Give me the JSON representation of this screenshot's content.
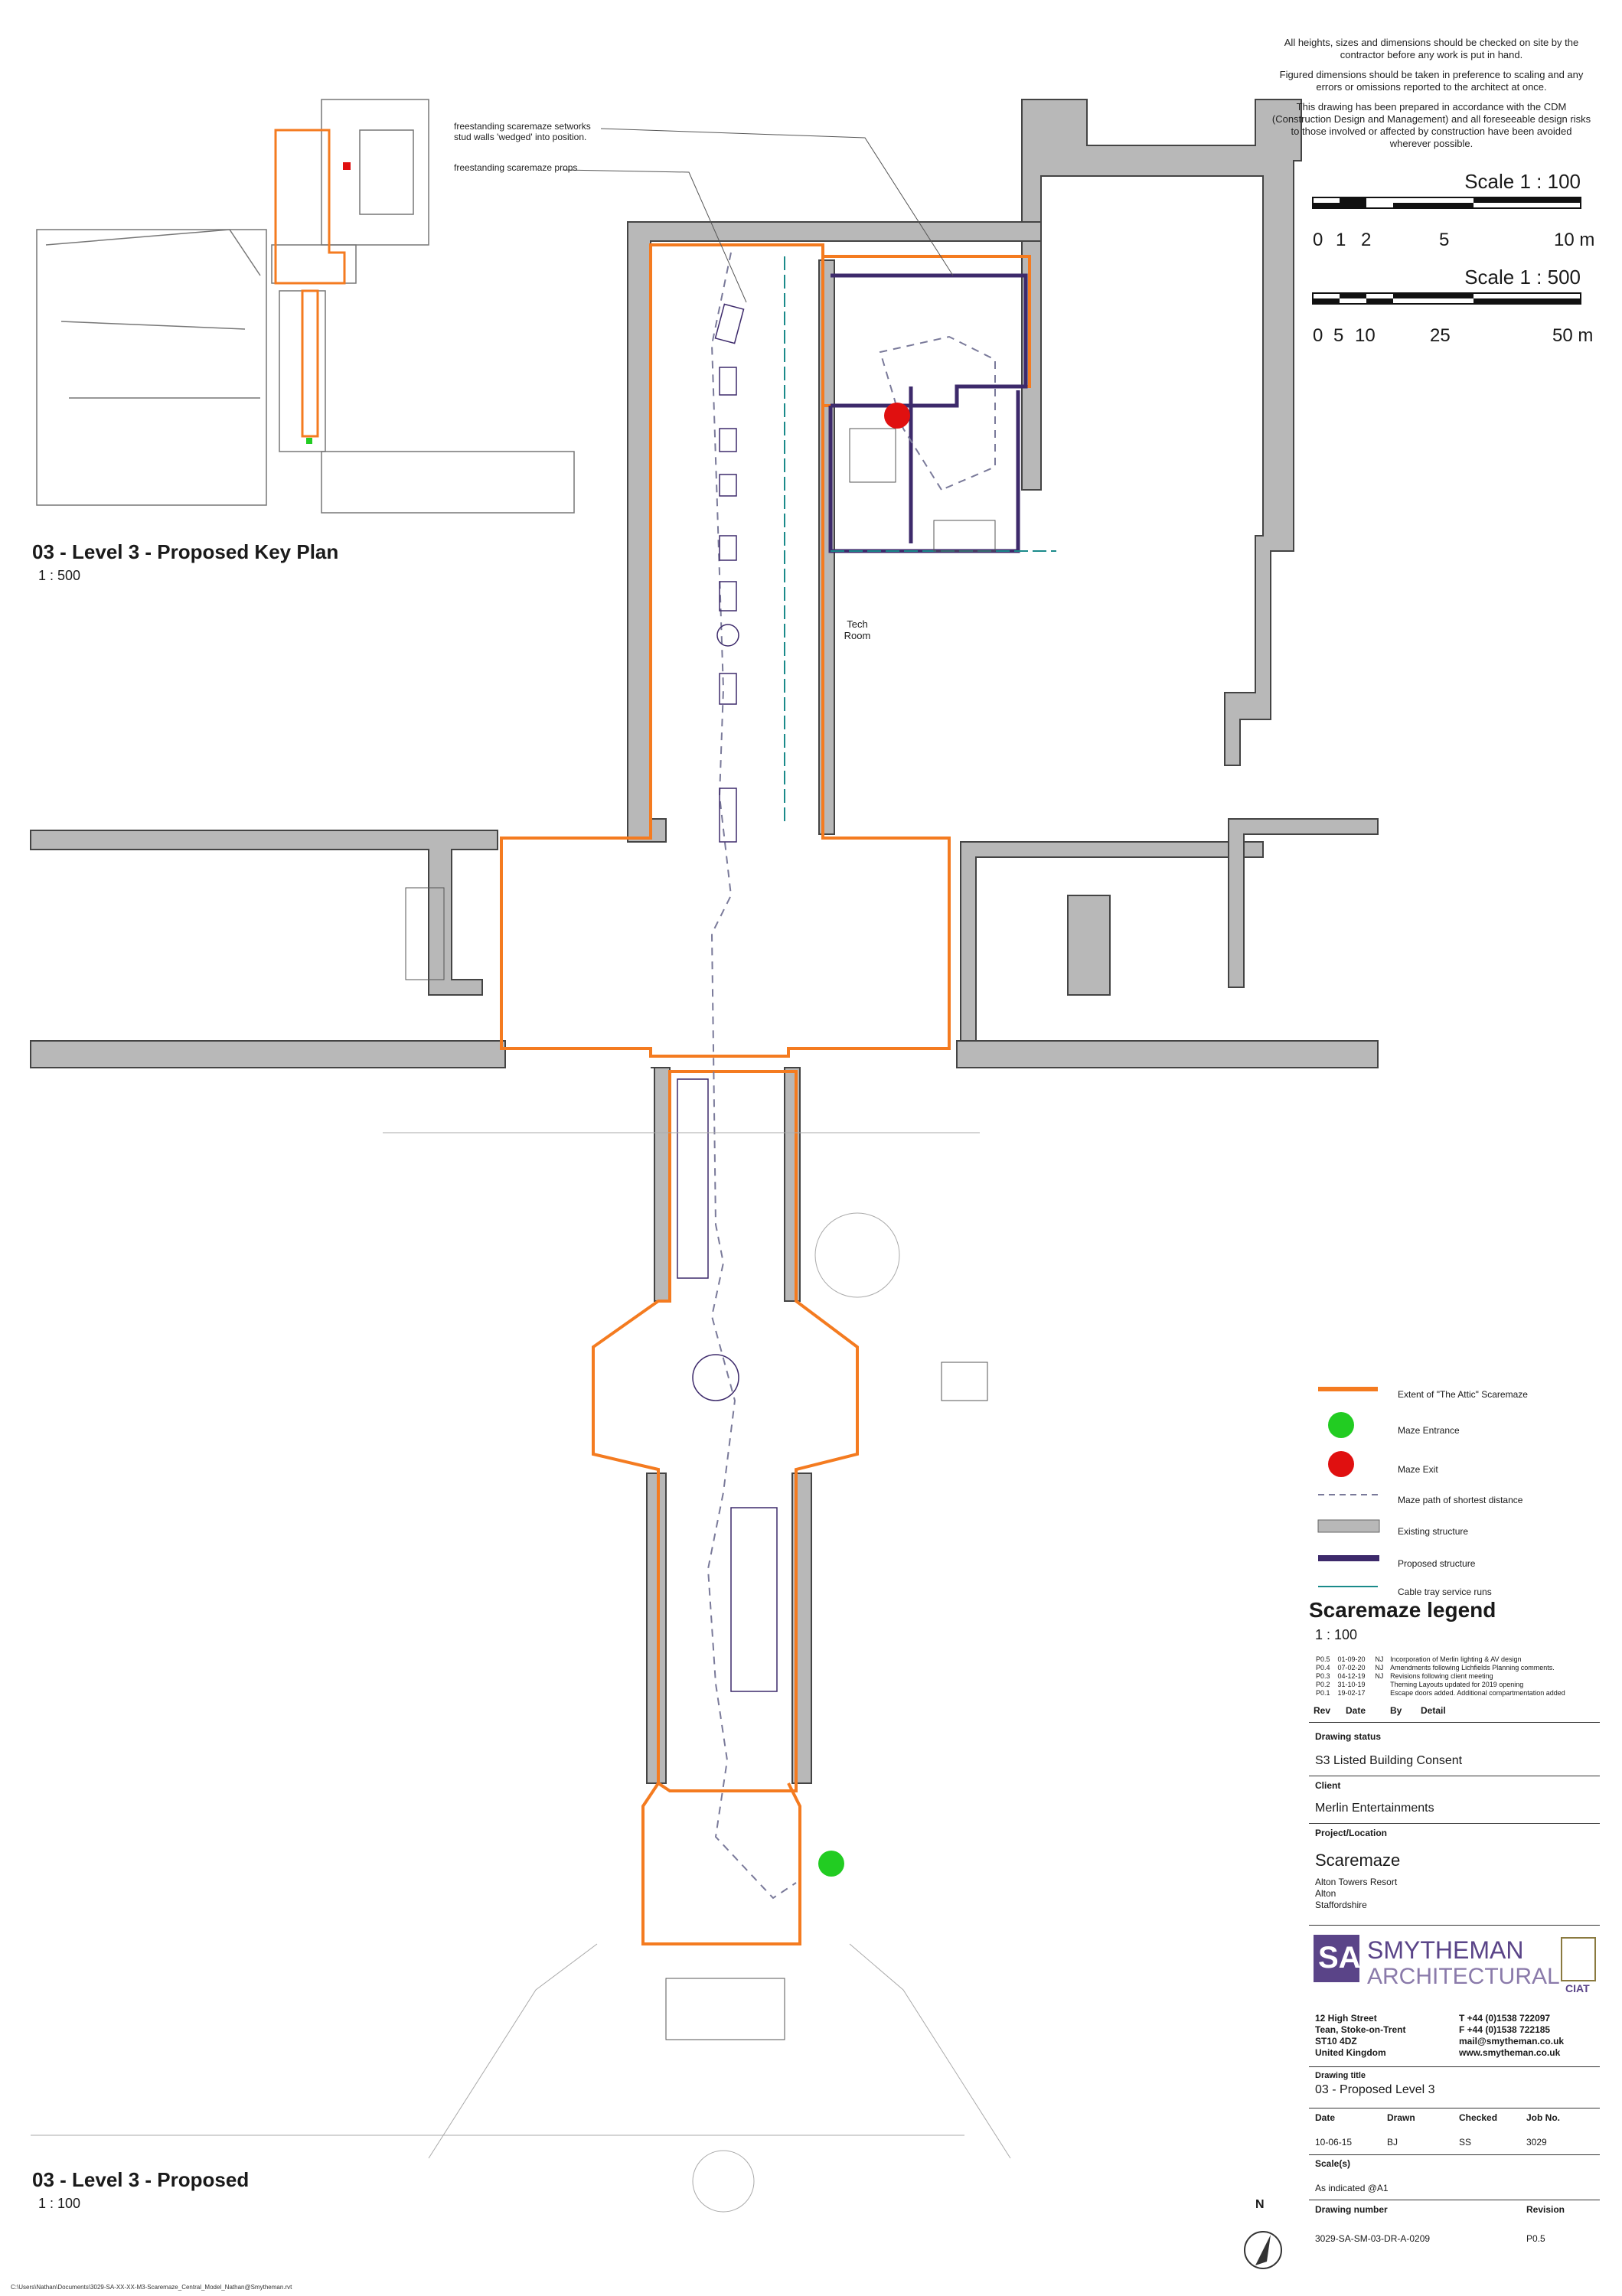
{
  "notes": [
    "All heights, sizes and dimensions should be checked on site by the contractor before any work is put in hand.",
    "Figured dimensions should be taken in preference to scaling and any errors or omissions reported to the architect at once.",
    "This drawing has been prepared in accordance with the CDM (Construction Design and Management) and all foreseeable design risks to those involved or affected by construction have been avoided wherever possible."
  ],
  "scale_bars": [
    {
      "title": "Scale 1 : 100",
      "ticks": [
        "0",
        "1",
        "2",
        "5",
        "10 m"
      ]
    },
    {
      "title": "Scale 1 : 500",
      "ticks": [
        "0",
        "5",
        "10",
        "25",
        "50 m"
      ]
    }
  ],
  "annotations": {
    "stud_walls": "freestanding scaremaze setworks stud walls 'wedged' into position.",
    "props": "freestanding scaremaze props",
    "tech_room": "Tech Room"
  },
  "key_plan": {
    "title": "03 - Level 3 - Proposed Key Plan",
    "scale": "1 : 500"
  },
  "main_plan": {
    "title": "03 - Level 3 - Proposed",
    "scale": "1 : 100"
  },
  "legend": {
    "title": "Scaremaze legend",
    "scale": "1 : 100",
    "items": [
      {
        "label": "Extent of \"The Attic\" Scaremaze",
        "symbol": "orange-line",
        "color": "#f47b20"
      },
      {
        "label": "Maze Entrance",
        "symbol": "green-dot",
        "color": "#22cc22"
      },
      {
        "label": "Maze Exit",
        "symbol": "red-dot",
        "color": "#e01010"
      },
      {
        "label": "Maze path of shortest distance",
        "symbol": "dashed-line",
        "color": "#7a7a9a"
      },
      {
        "label": "Existing structure",
        "symbol": "grey-bar",
        "color": "#b3b3b3"
      },
      {
        "label": "Proposed structure",
        "symbol": "purple-bar",
        "color": "#3d2a6b"
      },
      {
        "label": "Cable tray service runs",
        "symbol": "teal-line",
        "color": "#1a8a8a"
      }
    ]
  },
  "revisions": {
    "headers": {
      "rev": "Rev",
      "date": "Date",
      "by": "By",
      "detail": "Detail"
    },
    "rows": [
      {
        "rev": "P0.5",
        "date": "01-09-20",
        "by": "NJ",
        "detail": "Incorporation of Merlin lighting & AV design"
      },
      {
        "rev": "P0.4",
        "date": "07-02-20",
        "by": "NJ",
        "detail": "Amendments following Lichfields Planning comments."
      },
      {
        "rev": "P0.3",
        "date": "04-12-19",
        "by": "NJ",
        "detail": "Revisions following client meeting"
      },
      {
        "rev": "P0.2",
        "date": "31-10-19",
        "by": "",
        "detail": "Theming Layouts updated for 2019 opening"
      },
      {
        "rev": "P0.1",
        "date": "19-02-17",
        "by": "",
        "detail": "Escape doors added. Additional compartmentation added"
      }
    ]
  },
  "title_block": {
    "drawing_status_label": "Drawing status",
    "drawing_status": "S3 Listed Building Consent",
    "client_label": "Client",
    "client": "Merlin Entertainments",
    "project_label": "Project/Location",
    "project": "Scaremaze",
    "location": [
      "Alton Towers Resort",
      "Alton",
      "Staffordshire"
    ],
    "firm": {
      "mark": "SA",
      "name1": "SMYTHEMAN",
      "name2": "ARCHITECTURAL",
      "badge": "CIAT"
    },
    "address": [
      "12 High Street",
      "Tean, Stoke-on-Trent",
      "ST10 4DZ",
      "United Kingdom"
    ],
    "contact": [
      "T  +44 (0)1538 722097",
      "F  +44 (0)1538 722185",
      "mail@smytheman.co.uk",
      "www.smytheman.co.uk"
    ],
    "drawing_title_label": "Drawing title",
    "drawing_title": "03 - Proposed Level 3",
    "date_label": "Date",
    "date": "10-06-15",
    "drawn_label": "Drawn",
    "drawn": "BJ",
    "checked_label": "Checked",
    "checked": "SS",
    "job_label": "Job No.",
    "job": "3029",
    "scales_label": "Scale(s)",
    "scales": "As indicated @A1",
    "drawing_number_label": "Drawing number",
    "drawing_number": "3029-SA-SM-03-DR-A-0209",
    "revision_label": "Revision",
    "revision": "P0.5"
  },
  "north_label": "N",
  "file_path": "C:\\Users\\Nathan\\Documents\\3029-SA-XX-XX-M3-Scaremaze_Central_Model_Nathan@Smytheman.rvt"
}
